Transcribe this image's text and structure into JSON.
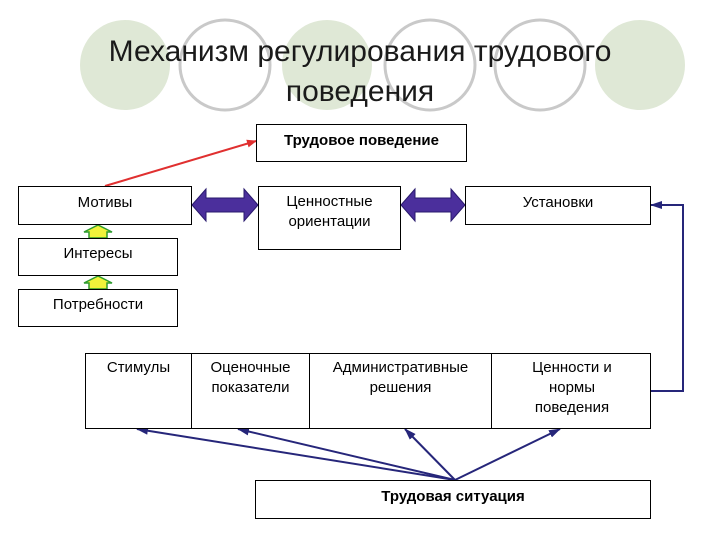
{
  "slide": {
    "title_line1": "Механизм регулирования трудового",
    "title_line2": "поведения"
  },
  "diagram": {
    "labor_behavior": "Трудовое поведение",
    "motives": "Мотивы",
    "value_orientations_line1": "Ценностные",
    "value_orientations_line2": "ориентации",
    "attitudes": "Установки",
    "interests": "Интересы",
    "needs": "Потребности",
    "regulators": {
      "stimuli": "Стимулы",
      "evaluation_line1": "Оценочные",
      "evaluation_line2": "показатели",
      "administrative_line1": "Административные",
      "administrative_line2": "решения",
      "values_norms_line1": "Ценности и",
      "values_norms_line2": "нормы",
      "values_norms_line3": "поведения"
    },
    "labor_situation": "Трудовая ситуация"
  },
  "colors": {
    "decor_fill": "#dfe8d6",
    "decor_ring": "#c9c9c9",
    "red_arrow": "#e03030",
    "double_arrow_fill": "#4b2f9c",
    "navy_line": "#26267a",
    "up_arrow_fill": "#f2f23a",
    "up_arrow_border": "#2e9c2e"
  }
}
